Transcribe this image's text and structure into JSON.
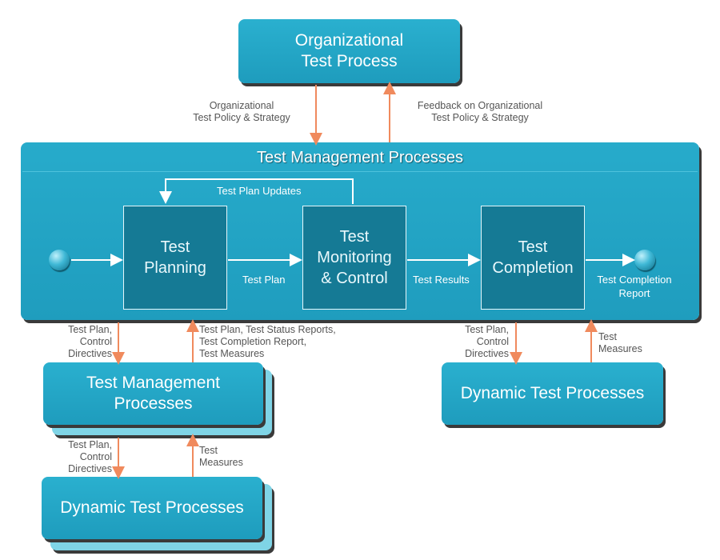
{
  "org_box": {
    "title": "Organizational\nTest Process"
  },
  "org_labels": {
    "down": "Organizational\nTest Policy & Strategy",
    "up": "Feedback on Organizational\nTest Policy & Strategy"
  },
  "tmp_container": {
    "title": "Test Management Processes",
    "updates_label": "Test Plan Updates",
    "processes": [
      {
        "label": "Test\nPlanning"
      },
      {
        "label": "Test\nMonitoring\n& Control"
      },
      {
        "label": "Test\nCompletion"
      }
    ],
    "flow_labels": {
      "plan": "Test Plan",
      "results": "Test Results",
      "report": "Test Completion\nReport"
    }
  },
  "lower_left": {
    "tm_box": {
      "title": "Test Management\nProcesses"
    },
    "dt_box": {
      "title": "Dynamic Test Processes"
    },
    "arrow1_down": "Test Plan,\nControl\nDirectives",
    "arrow1_up": "Test Plan, Test Status Reports,\nTest Completion Report,\nTest Measures",
    "arrow2_down": "Test Plan,\nControl\nDirectives",
    "arrow2_up": "Test\nMeasures"
  },
  "lower_right": {
    "dt_box": {
      "title": "Dynamic Test Processes"
    },
    "arrow_down": "Test Plan,\nControl\nDirectives",
    "arrow_up": "Test\nMeasures"
  },
  "colors": {
    "box": "#22a6c6",
    "process": "#157a95",
    "arrow": "#f08a5d",
    "text_grey": "#555555"
  }
}
